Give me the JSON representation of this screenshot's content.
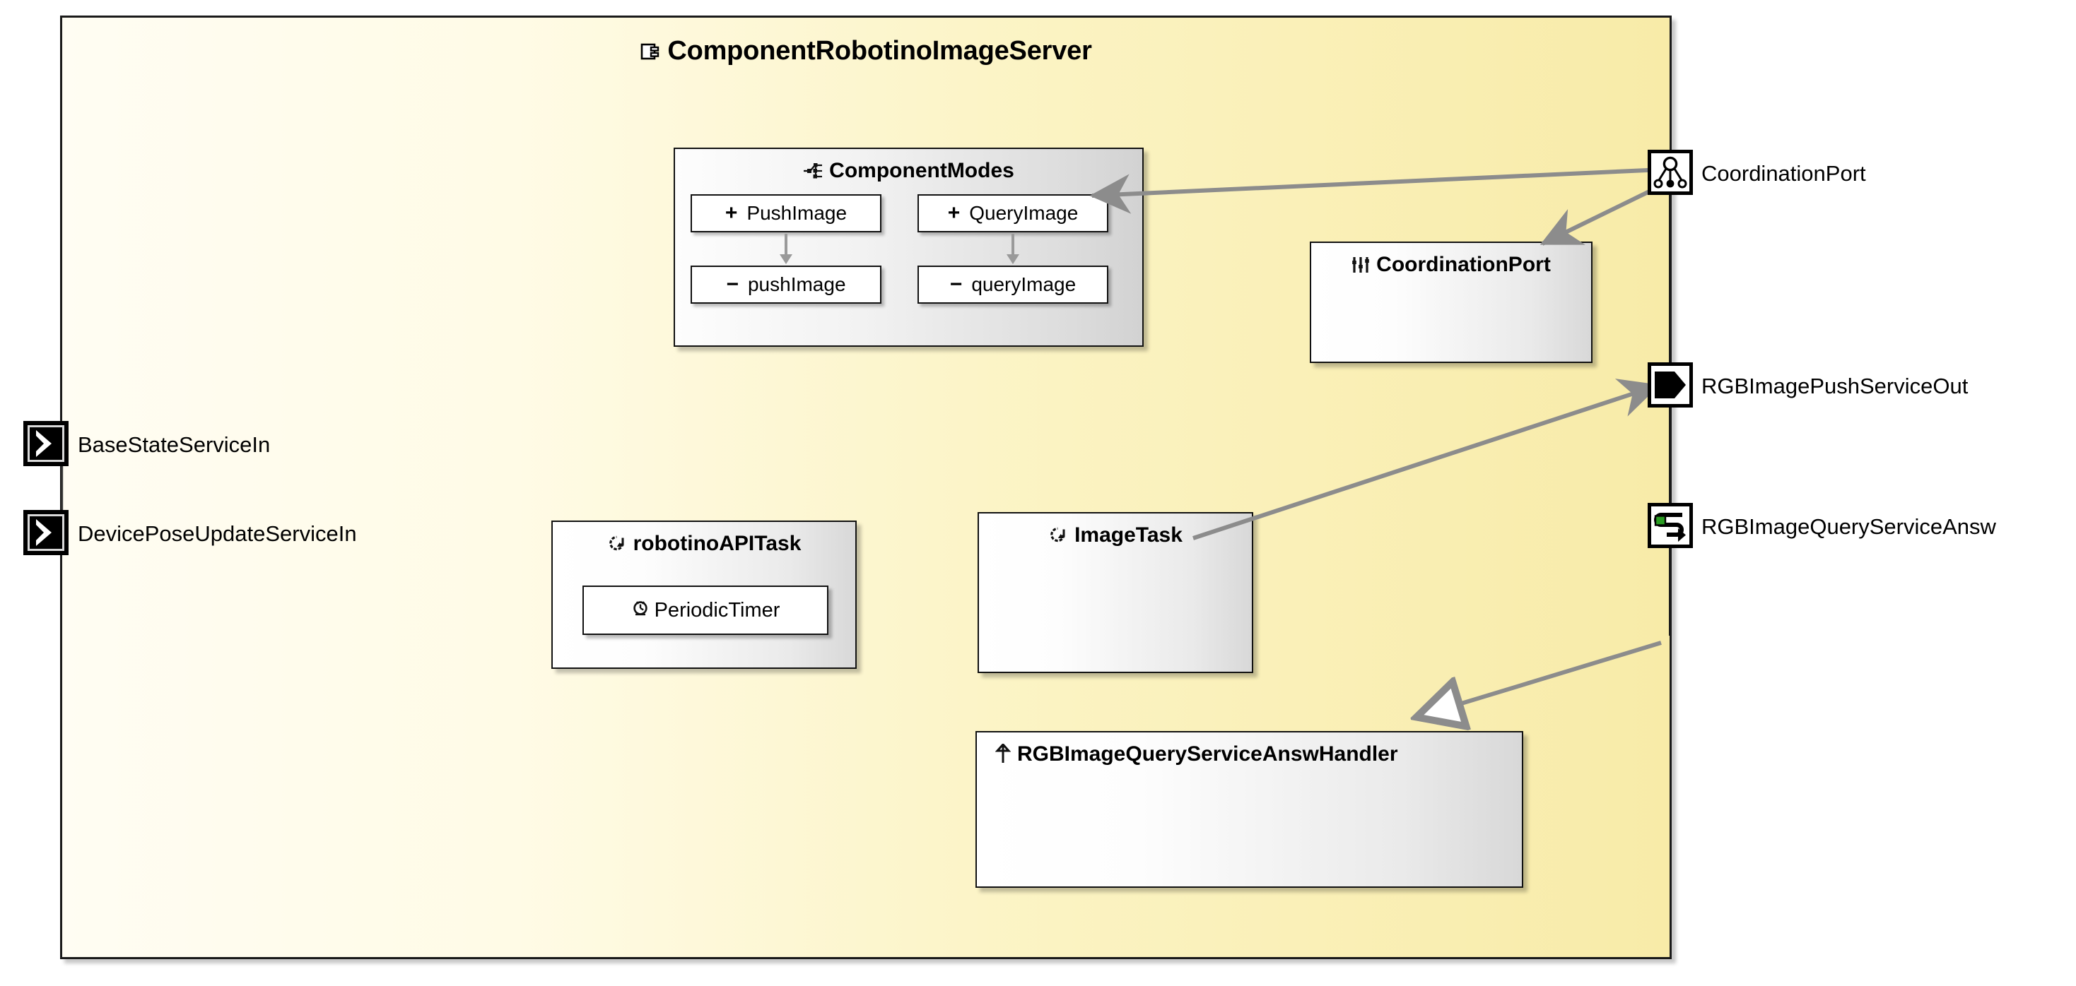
{
  "diagram": {
    "type": "uml-component-diagram",
    "component": {
      "name": "ComponentRobotinoImageServer",
      "icon": "component-icon",
      "fill_left": "#fffdf3",
      "fill_right": "#f8eba8",
      "border": "#1a1a1a"
    },
    "component_modes": {
      "title": "ComponentModes",
      "icon": "state-machine-icon",
      "modes": [
        {
          "visibility": "+",
          "name": "PushImage"
        },
        {
          "visibility": "+",
          "name": "QueryImage"
        },
        {
          "visibility": "−",
          "name": "pushImage"
        },
        {
          "visibility": "−",
          "name": "queryImage"
        }
      ]
    },
    "coordination_port_box": {
      "title": "CoordinationPort",
      "icon": "sliders-icon"
    },
    "tasks": [
      {
        "title": "robotinoAPITask",
        "icon": "task-cycle-icon",
        "child": {
          "title": "PeriodicTimer",
          "icon": "alarm-clock-icon"
        }
      },
      {
        "title": "ImageTask",
        "icon": "task-cycle-icon",
        "child": null
      }
    ],
    "handler": {
      "title": "RGBImageQueryServiceAnswHandler",
      "icon": "up-arrow-icon"
    },
    "ports": {
      "left": [
        {
          "name": "BaseStateServiceIn",
          "icon": "input-port-icon"
        },
        {
          "name": "DevicePoseUpdateServiceIn",
          "icon": "input-port-icon"
        }
      ],
      "right": [
        {
          "name": "CoordinationPort",
          "icon": "coordination-port-icon"
        },
        {
          "name": "RGBImagePushServiceOut",
          "icon": "push-service-out-icon"
        },
        {
          "name": "RGBImageQueryServiceAnsw",
          "icon": "query-answ-icon",
          "accent": "#2a9c22"
        }
      ]
    },
    "connections": [
      {
        "from": "CoordinationPort",
        "to": "ComponentModes",
        "arrow": "filled"
      },
      {
        "from": "CoordinationPort",
        "to": "CoordinationPortBox",
        "arrow": "filled"
      },
      {
        "from": "ImageTask",
        "to": "RGBImagePushServiceOut",
        "arrow": "filled"
      },
      {
        "from": "RGBImageQueryServiceAnsw",
        "to": "RGBImageQueryServiceAnswHandler",
        "arrow": "hollow"
      }
    ],
    "link_color": "#8c8c8c"
  }
}
